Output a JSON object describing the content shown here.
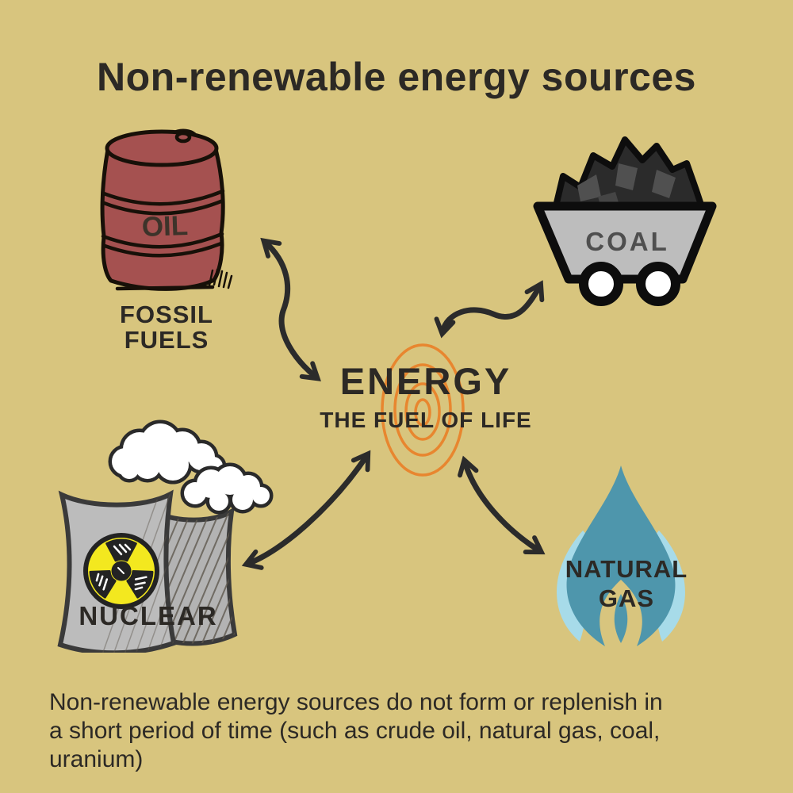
{
  "title": "Non-renewable energy sources",
  "center": {
    "heading": "ENERGY",
    "subheading": "THE FUEL OF LIFE"
  },
  "nodes": {
    "fossil_fuels": {
      "label": "FOSSIL\nFUELS",
      "barrel_text": "OIL",
      "icon": "oil-barrel-icon"
    },
    "coal": {
      "label": "COAL",
      "icon": "coal-cart-icon"
    },
    "nuclear": {
      "label": "NUCLEAR",
      "icon": "nuclear-plant-icon"
    },
    "natural_gas": {
      "label": "NATURAL\nGAS",
      "icon": "gas-flame-icon"
    }
  },
  "footer": {
    "text": "Non-renewable energy sources do not form or replenish in\na short period of time (such as crude oil, natural gas, coal,\nuranium)"
  },
  "colors": {
    "background": "#d8c57e",
    "ink": "#2c2925",
    "barrel_red": "#a55150",
    "barrel_outline": "#171008",
    "oil_label": "#3d332a",
    "cart_gray": "#bdbdbd",
    "cart_outline": "#0d0d0d",
    "coal_dark": "#2b2b2b",
    "coal_mid": "#505050",
    "coal_label": "#4f4f4f",
    "wheel_white": "#ffffff",
    "tower_gray": "#bcbcbc",
    "tower_back_gray": "#b3b3b3",
    "tower_outline": "#3a3a3a",
    "hatch": "#5f594f",
    "radiation_yellow": "#f3e81f",
    "radiation_dark": "#232323",
    "cloud_white": "#ffffff",
    "cloud_outline": "#2a2a2a",
    "flame_teal": "#4e96ac",
    "flame_light": "#a7dbe9",
    "spiral_orange": "#e8862f",
    "arrow": "#2b2b2b"
  }
}
